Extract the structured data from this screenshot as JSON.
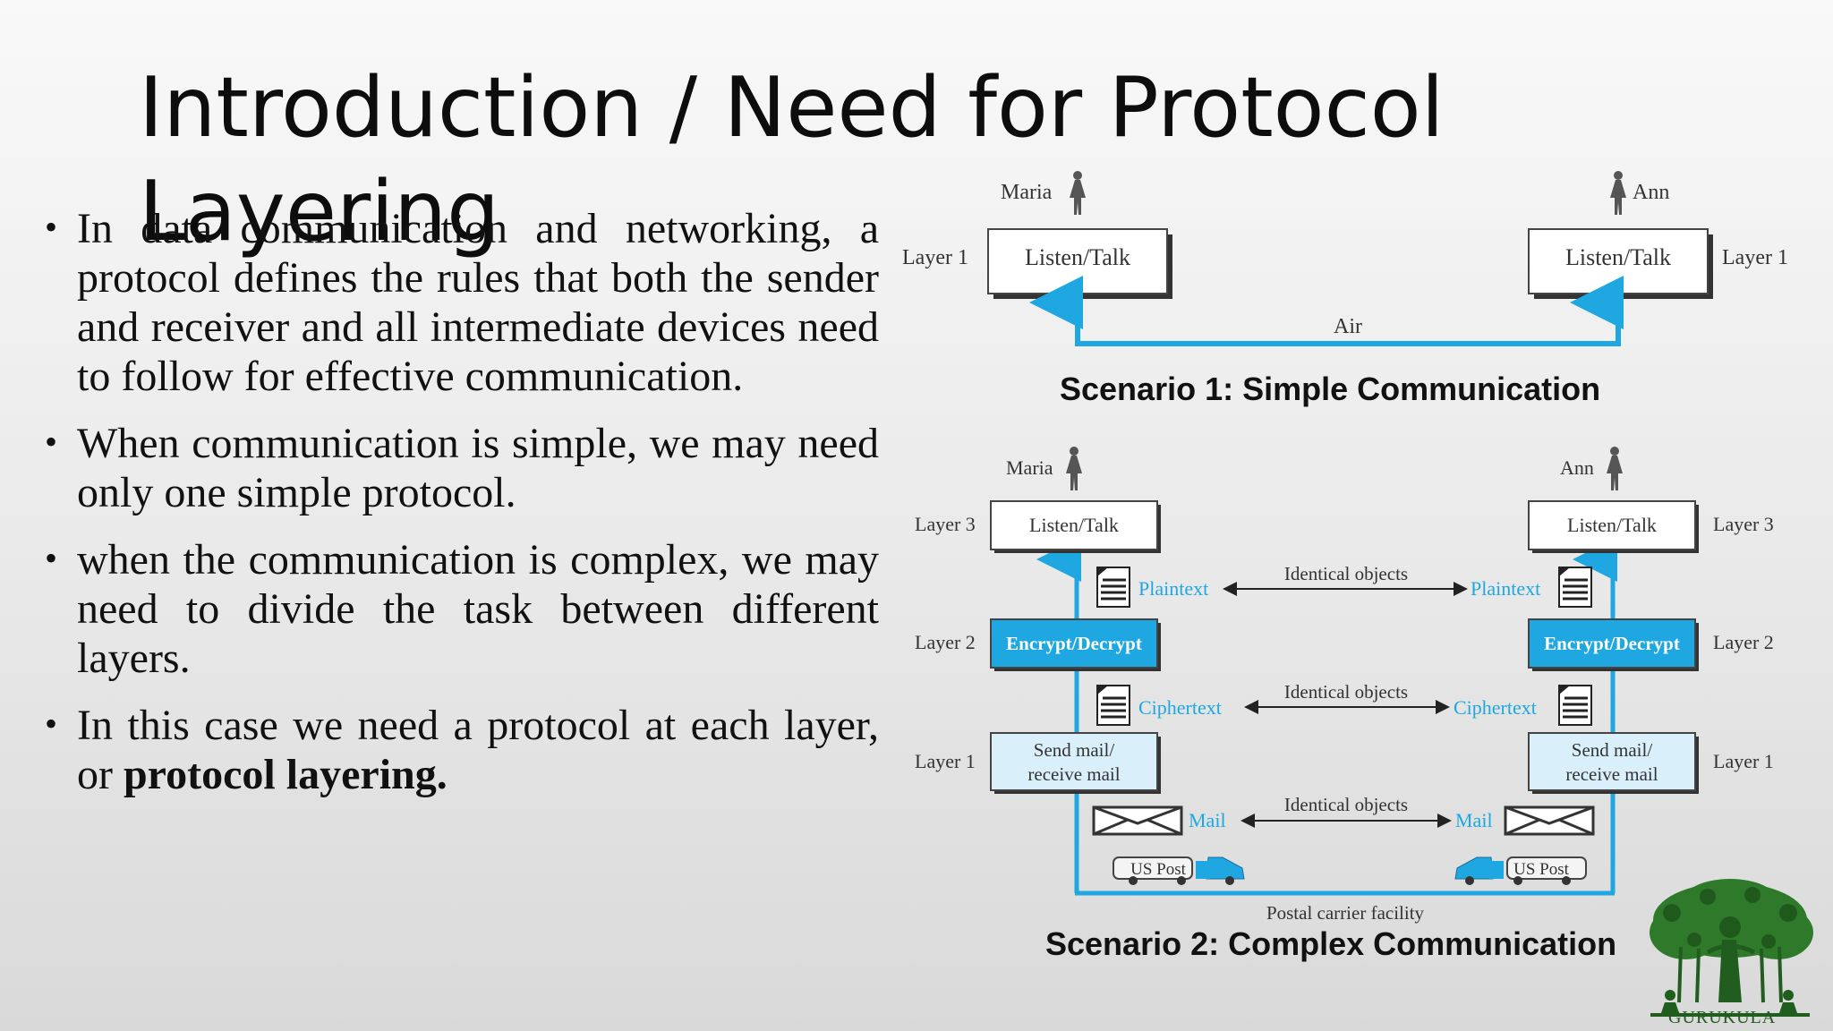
{
  "slide": {
    "title": "Introduction / Need for Protocol Layering",
    "bullets": [
      "In data communication and networking, a protocol defines the rules that both the sender and receiver and all intermediate devices need to follow for effective communication.",
      "When communication is simple, we may need only one simple protocol.",
      "when the communication is complex, we may need to divide the task between different layers."
    ],
    "bullet4_prefix": "In this case we need a protocol at each layer, or ",
    "bullet4_bold": "protocol layering."
  },
  "scenario1": {
    "caption": "Scenario 1: Simple Communication",
    "left_person": "Maria",
    "right_person": "Ann",
    "left_layer": "Layer 1",
    "right_layer": "Layer 1",
    "left_box": "Listen/Talk",
    "right_box": "Listen/Talk",
    "medium": "Air"
  },
  "scenario2": {
    "caption": "Scenario 2: Complex Communication",
    "left_person": "Maria",
    "right_person": "Ann",
    "layers": {
      "l3": "Layer 3",
      "l2": "Layer 2",
      "l1": "Layer 1"
    },
    "boxes": {
      "listen": "Listen/Talk",
      "encrypt": "Encrypt/Decrypt",
      "send_line1": "Send mail/",
      "send_line2": "receive mail"
    },
    "objects": {
      "plaintext": "Plaintext",
      "ciphertext": "Ciphertext",
      "mail": "Mail",
      "identical": "Identical objects"
    },
    "truck_label": "US Post",
    "facility": "Postal carrier facility"
  },
  "logo": {
    "text": "GURUKULA"
  },
  "colors": {
    "accent_blue": "#1ea7e0",
    "light_blue_box": "#d9f0fb",
    "logo_green": "#215d1e"
  }
}
